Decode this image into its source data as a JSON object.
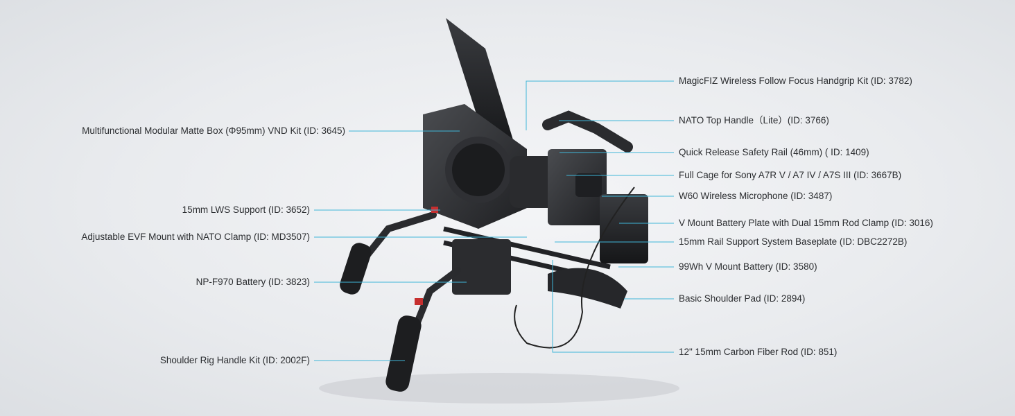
{
  "colors": {
    "background": "#e9ebee",
    "leader_line": "#3fb6d8",
    "label_text": "#2b2d30",
    "rig_dark": "#2a2b2e",
    "accent_red": "#c62f2f"
  },
  "callouts_left": [
    {
      "id": "matte-box",
      "label": "Multifunctional Modular Matte Box (Φ95mm) VND Kit (ID: 3645)"
    },
    {
      "id": "lws-support",
      "label": "15mm LWS Support (ID: 3652)"
    },
    {
      "id": "evf-mount",
      "label": "Adjustable EVF Mount with NATO Clamp (ID: MD3507)"
    },
    {
      "id": "np-f970",
      "label": "NP-F970 Battery (ID: 3823)"
    },
    {
      "id": "handle-kit",
      "label": "Shoulder Rig Handle Kit (ID: 2002F)"
    }
  ],
  "callouts_right": [
    {
      "id": "magicfiz",
      "label": "MagicFIZ Wireless Follow Focus Handgrip Kit (ID: 3782)"
    },
    {
      "id": "nato-handle",
      "label": "NATO Top Handle（Lite）(ID: 3766)"
    },
    {
      "id": "safety-rail",
      "label": "Quick Release Safety Rail (46mm) ( ID: 1409)"
    },
    {
      "id": "full-cage",
      "label": "Full Cage for Sony A7R V / A7 IV / A7S III (ID: 3667B)"
    },
    {
      "id": "w60-mic",
      "label": "W60 Wireless Microphone (ID: 3487)"
    },
    {
      "id": "vmount-plate",
      "label": "V Mount Battery Plate with Dual 15mm Rod Clamp (ID: 3016)"
    },
    {
      "id": "baseplate",
      "label": "15mm Rail Support System Baseplate (ID: DBC2272B)"
    },
    {
      "id": "vmount-battery",
      "label": "99Wh V Mount Battery (ID: 3580)"
    },
    {
      "id": "shoulder-pad",
      "label": "Basic Shoulder Pad (ID: 2894)"
    },
    {
      "id": "carbon-rod",
      "label": "12\" 15mm Carbon Fiber Rod (ID: 851)"
    }
  ]
}
